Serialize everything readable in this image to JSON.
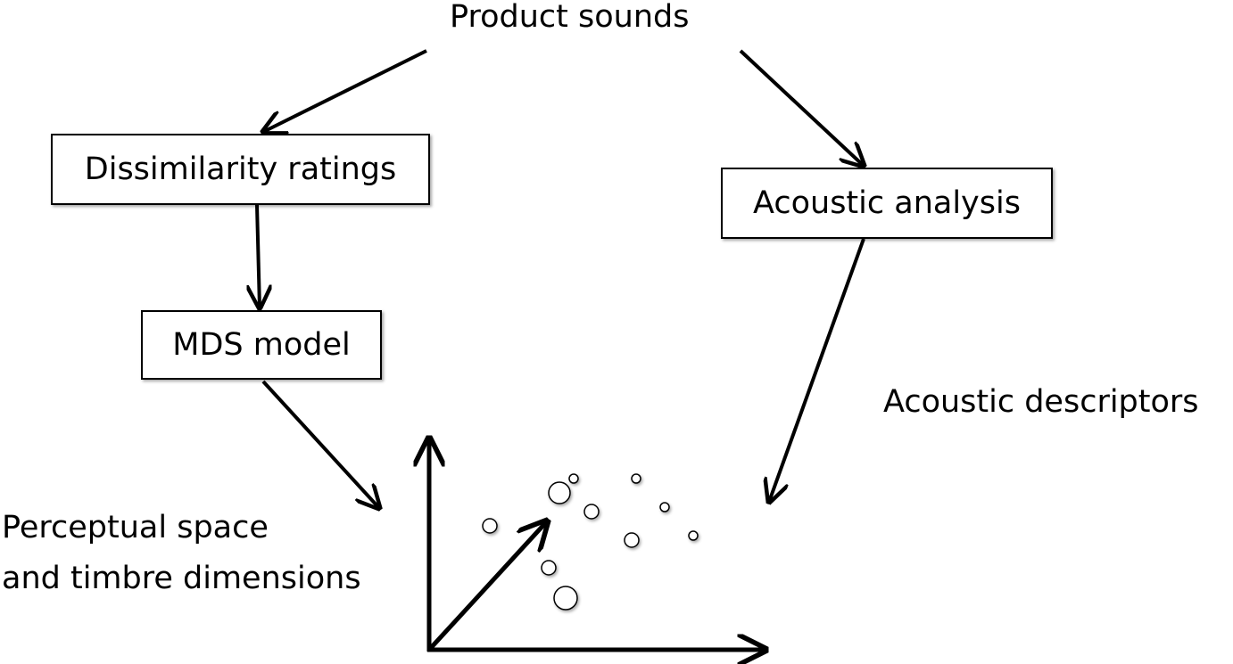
{
  "nodes": {
    "source": "Product sounds",
    "dissimilarity": "Dissimilarity ratings",
    "mds": "MDS model",
    "acoustic_analysis": "Acoustic analysis",
    "acoustic_descriptors": "Acoustic descriptors",
    "perceptual_line1": "Perceptual space",
    "perceptual_line2": "and timbre dimensions"
  },
  "colors": {
    "stroke": "#000000",
    "background": "#ffffff"
  }
}
